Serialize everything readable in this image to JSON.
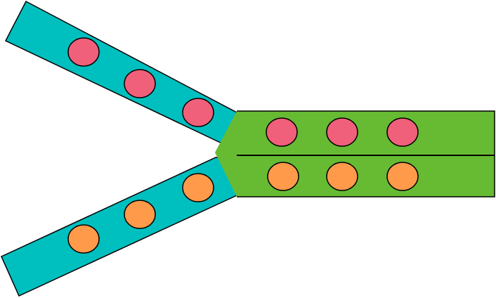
{
  "colors": {
    "background": "#ffffff",
    "inlet_channel": "#00bfbf",
    "merged_channel": "#66bb33",
    "pink_particle": "#f0607a",
    "orange_particle": "#ff9a4a",
    "outline": "#000000"
  },
  "diagram": {
    "type": "y-junction-channel-merge",
    "upper_inlet": {
      "particle_color": "pink",
      "particle_count": 3
    },
    "lower_inlet": {
      "particle_color": "orange",
      "particle_count": 3
    },
    "merged_outlet": {
      "lanes": [
        {
          "particle_color": "pink",
          "particle_count": 3
        },
        {
          "particle_color": "orange",
          "particle_count": 3
        }
      ]
    }
  }
}
